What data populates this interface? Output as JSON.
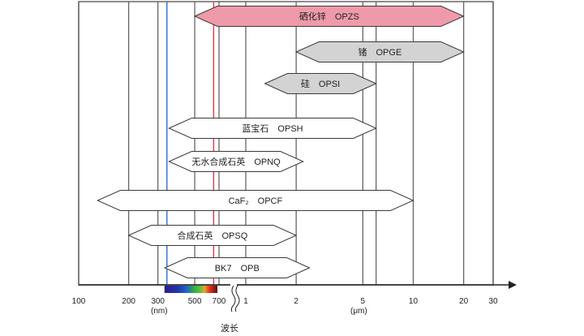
{
  "chart_data": {
    "type": "range-bar",
    "title": "",
    "xlabel": "波长",
    "xscale": "log",
    "xlim_nm": [
      100,
      30000
    ],
    "x_units": [
      {
        "label": "(nm)",
        "applies_to": "100–700"
      },
      {
        "label": "(μm)",
        "applies_to": "1–30"
      }
    ],
    "ticks": [
      {
        "value_nm": 100,
        "label": "100"
      },
      {
        "value_nm": 200,
        "label": "200"
      },
      {
        "value_nm": 300,
        "label": "300"
      },
      {
        "value_nm": 500,
        "label": "500"
      },
      {
        "value_nm": 700,
        "label": "700"
      },
      {
        "value_nm": 1000,
        "label": "1"
      },
      {
        "value_nm": 2000,
        "label": "2"
      },
      {
        "value_nm": 5000,
        "label": "5"
      },
      {
        "value_nm": 10000,
        "label": "10"
      },
      {
        "value_nm": 20000,
        "label": "20"
      },
      {
        "value_nm": 30000,
        "label": "30"
      }
    ],
    "extra_gridlines_nm": [
      6000
    ],
    "reference_lines": [
      {
        "name": "uv-reference",
        "value_nm": 340,
        "color": "#2f6fd0"
      },
      {
        "name": "red-reference",
        "value_nm": 650,
        "color": "#e8344a"
      }
    ],
    "axis_break_between": [
      "700",
      "1"
    ],
    "visible_spectrum": {
      "from_nm": 340,
      "to_nm": 700
    },
    "series": [
      {
        "name": "硒化锌",
        "code": "OPZS",
        "from_nm": 500,
        "to_nm": 20000,
        "color": "#ef9aaa"
      },
      {
        "name": "锗",
        "code": "OPGE",
        "from_nm": 2000,
        "to_nm": 20000,
        "color": "#d3d3d3"
      },
      {
        "name": "硅",
        "code": "OPSI",
        "from_nm": 1300,
        "to_nm": 6000,
        "color": "#d3d3d3"
      },
      {
        "name": "蓝宝石",
        "code": "OPSH",
        "from_nm": 350,
        "to_nm": 6000,
        "color": "#ffffff"
      },
      {
        "name": "无水合成石英",
        "code": "OPNQ",
        "from_nm": 350,
        "to_nm": 2200,
        "color": "#ffffff"
      },
      {
        "name": "CaF₂",
        "code": "OPCF",
        "from_nm": 130,
        "to_nm": 10000,
        "color": "#ffffff"
      },
      {
        "name": "合成石英",
        "code": "OPSQ",
        "from_nm": 200,
        "to_nm": 2000,
        "color": "#ffffff"
      },
      {
        "name": "BK7",
        "code": "OPB",
        "from_nm": 330,
        "to_nm": 2400,
        "color": "#ffffff"
      }
    ]
  }
}
